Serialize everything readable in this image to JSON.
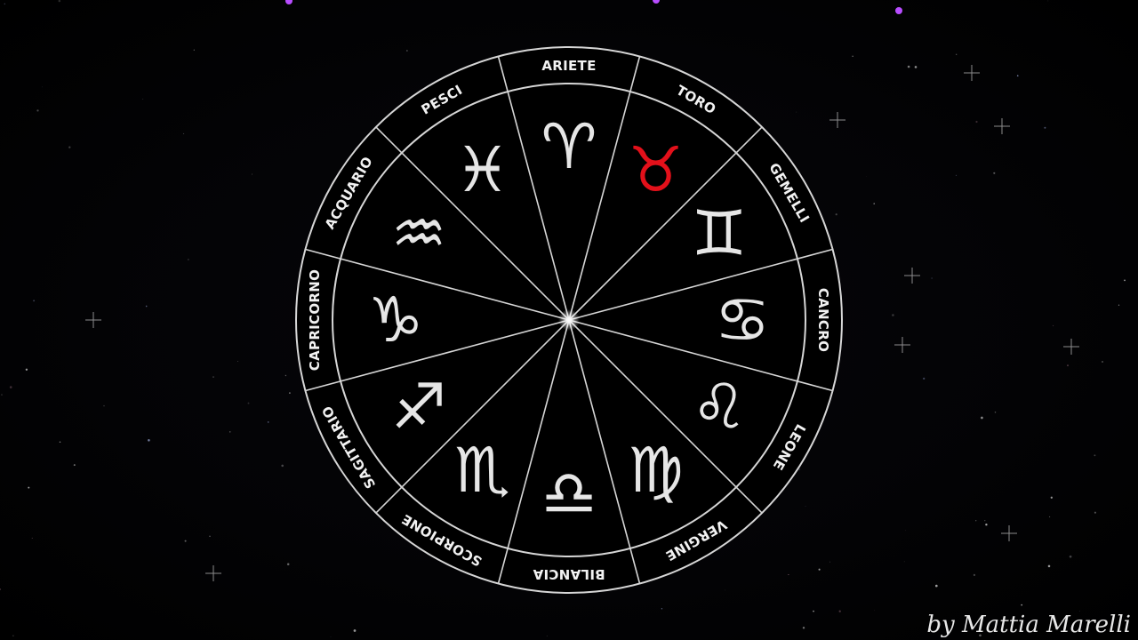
{
  "signs": [
    {
      "label": "ARIETE",
      "glyph": "♈",
      "symbol": "aries-icon",
      "highlight": false
    },
    {
      "label": "TORO",
      "glyph": "♉",
      "symbol": "taurus-icon",
      "highlight": true
    },
    {
      "label": "GEMELLI",
      "glyph": "♊",
      "symbol": "gemini-icon",
      "highlight": false
    },
    {
      "label": "CANCRO",
      "glyph": "♋",
      "symbol": "cancer-icon",
      "highlight": false
    },
    {
      "label": "LEONE",
      "glyph": "♌",
      "symbol": "leo-icon",
      "highlight": false
    },
    {
      "label": "VERGINE",
      "glyph": "♍",
      "symbol": "virgo-icon",
      "highlight": false
    },
    {
      "label": "BILANCIA",
      "glyph": "♎",
      "symbol": "libra-icon",
      "highlight": false
    },
    {
      "label": "SCORPIONE",
      "glyph": "♏",
      "symbol": "scorpio-icon",
      "highlight": false
    },
    {
      "label": "SAGITTARIO",
      "glyph": "♐",
      "symbol": "sagittarius-icon",
      "highlight": false
    },
    {
      "label": "CAPRICORNO",
      "glyph": "♑",
      "symbol": "capricorn-icon",
      "highlight": false
    },
    {
      "label": "ACQUARIO",
      "glyph": "♒",
      "symbol": "aquarius-icon",
      "highlight": false
    },
    {
      "label": "PESCI",
      "glyph": "♓",
      "symbol": "pisces-icon",
      "highlight": false
    }
  ],
  "colors": {
    "background": "#000000",
    "line": "#d6d6d6",
    "glyph": "#e6e6e6",
    "highlight": "#e3101a"
  },
  "signature": "by Mattia Marelli"
}
